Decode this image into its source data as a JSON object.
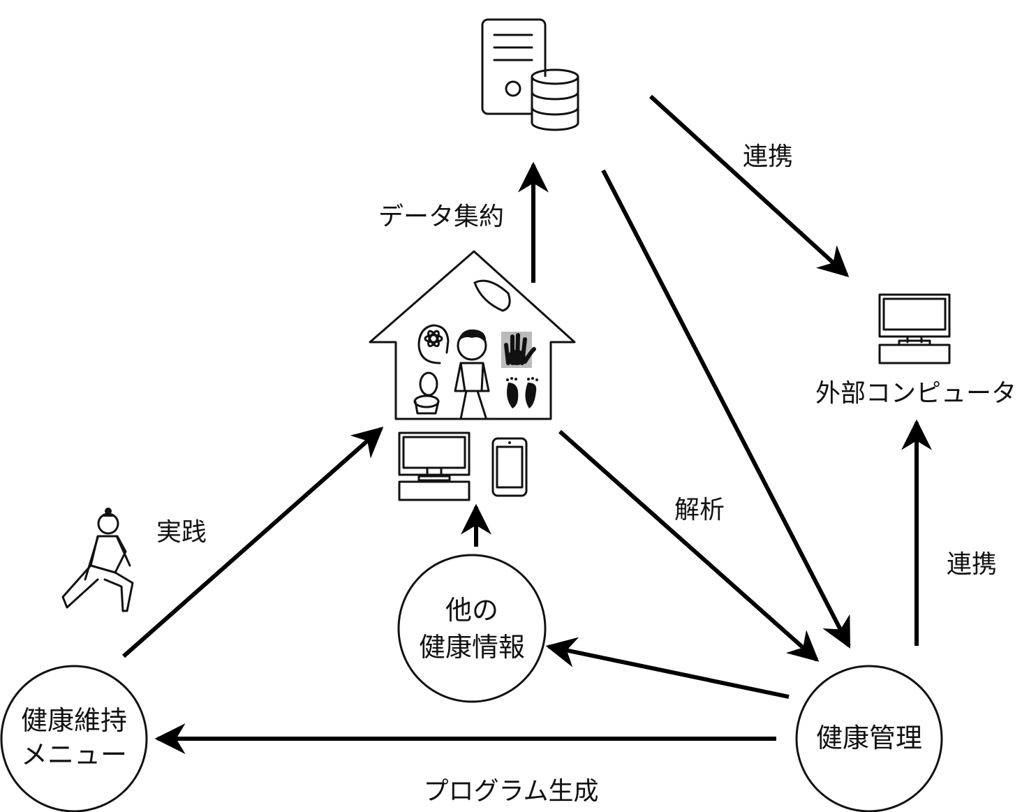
{
  "nodes": {
    "health_maintenance": [
      "健康維持",
      "メニュー"
    ],
    "other_health": [
      "他の",
      "健康情報"
    ],
    "health_management": [
      "健康管理"
    ],
    "external_computer": "外部コンピュータ"
  },
  "edges": {
    "data_aggregation": "データ集約",
    "link_top": "連携",
    "link_right": "連携",
    "analysis": "解析",
    "practice": "実践",
    "program_generation": "プログラム生成"
  },
  "icons": {
    "server": "server-database-icon",
    "home": "smart-home-icon",
    "computer": "desktop-computer-icon",
    "phone": "smartphone-icon",
    "external": "external-computer-icon",
    "person": "stretching-person-icon"
  }
}
